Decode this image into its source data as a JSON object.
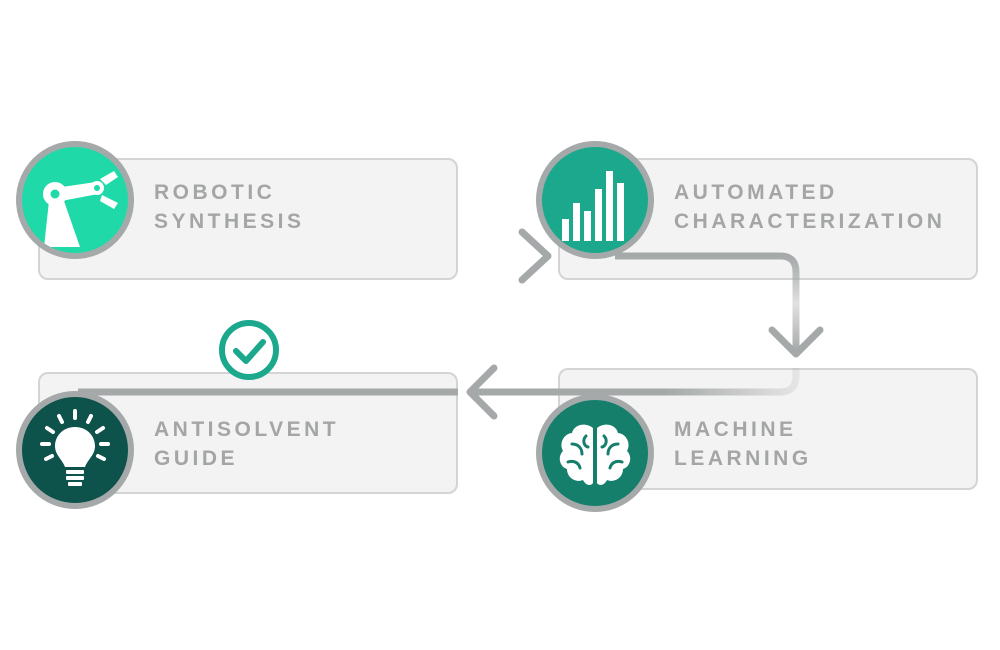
{
  "steps": [
    {
      "line1": "ROBOTIC",
      "line2": "SYNTHESIS",
      "icon": "robot-arm-icon",
      "color": "#1fd9a8"
    },
    {
      "line1": "AUTOMATED",
      "line2": "CHARACTERIZATION",
      "icon": "bar-chart-icon",
      "color": "#1ba88c"
    },
    {
      "line1": "MACHINE",
      "line2": "LEARNING",
      "icon": "brain-icon",
      "color": "#157f6c"
    },
    {
      "line1": "ANTISOLVENT",
      "line2": "GUIDE",
      "icon": "lightbulb-icon",
      "color": "#0d524b"
    }
  ],
  "colors": {
    "card_bg": "#f3f3f3",
    "card_border": "#d4d4d4",
    "connector": "#a6a9a9",
    "label_text": "#a4a6a6",
    "check": "#1ba88c"
  }
}
